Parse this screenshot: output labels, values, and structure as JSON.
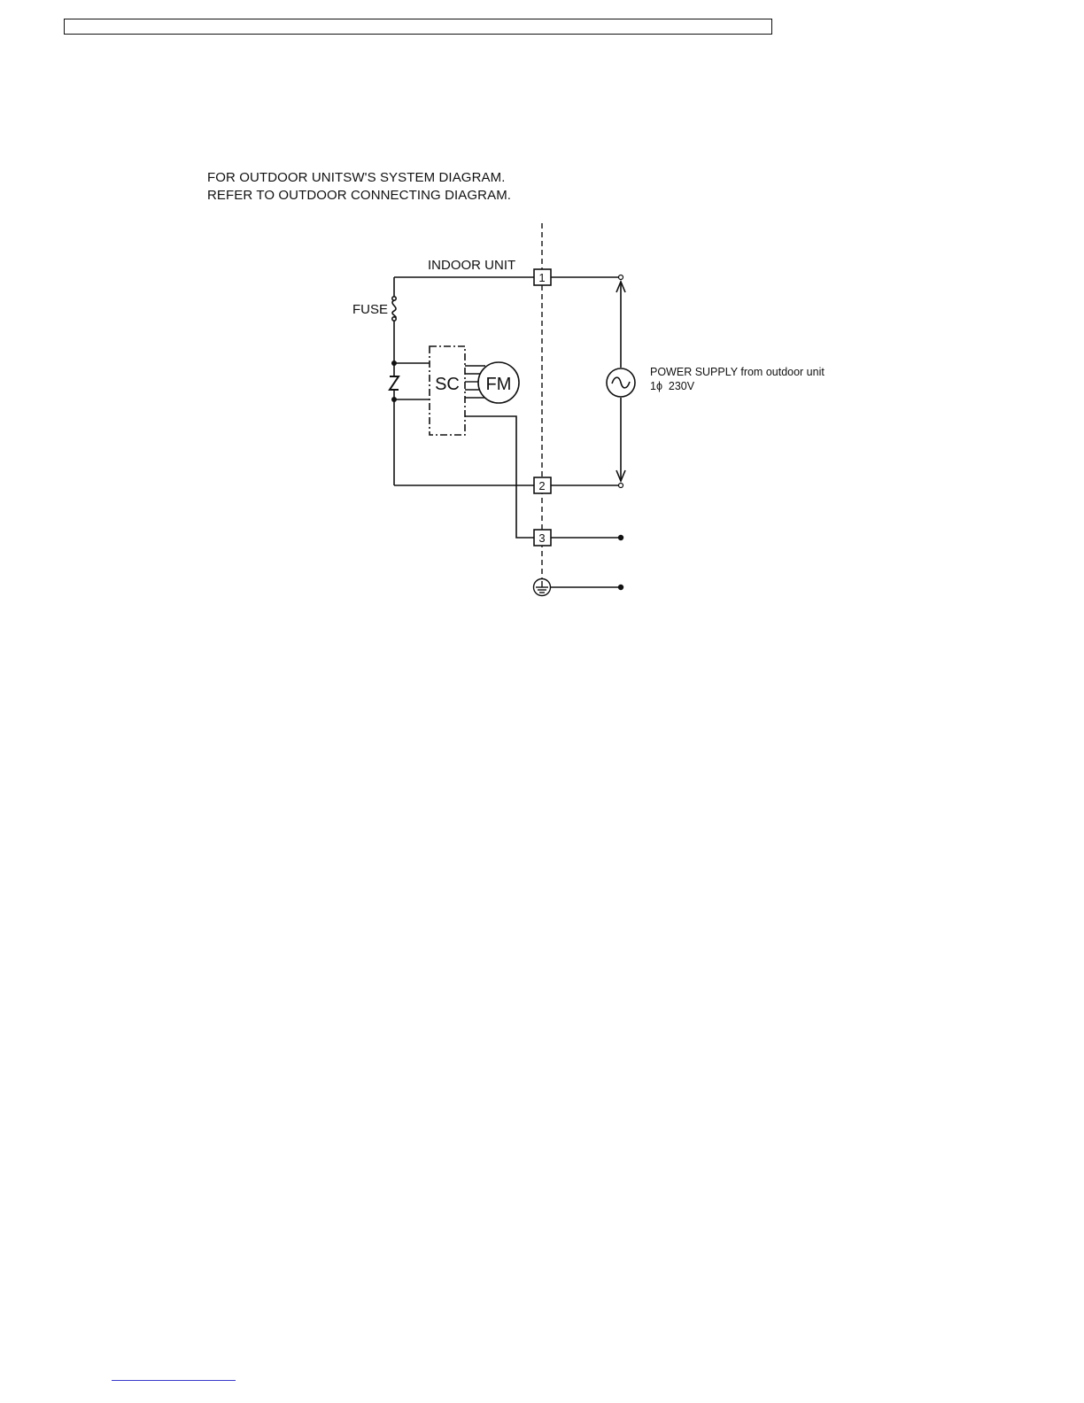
{
  "header": {
    "line1": "FOR OUTDOOR UNITSW'S SYSTEM DIAGRAM.",
    "line2": "REFER TO OUTDOOR CONNECTING DIAGRAM."
  },
  "diagram": {
    "indoor_unit_label": "INDOOR UNIT",
    "fuse_label": "FUSE",
    "sc_label": "SC",
    "fm_label": "FM",
    "terminals": [
      "1",
      "2",
      "3"
    ],
    "power_supply_line1": "POWER SUPPLY from outdoor unit",
    "power_supply_line2": "1ϕ  230V",
    "icons": [
      "varistor-icon",
      "ac-source-icon",
      "ground-icon",
      "fuse-icon"
    ]
  }
}
